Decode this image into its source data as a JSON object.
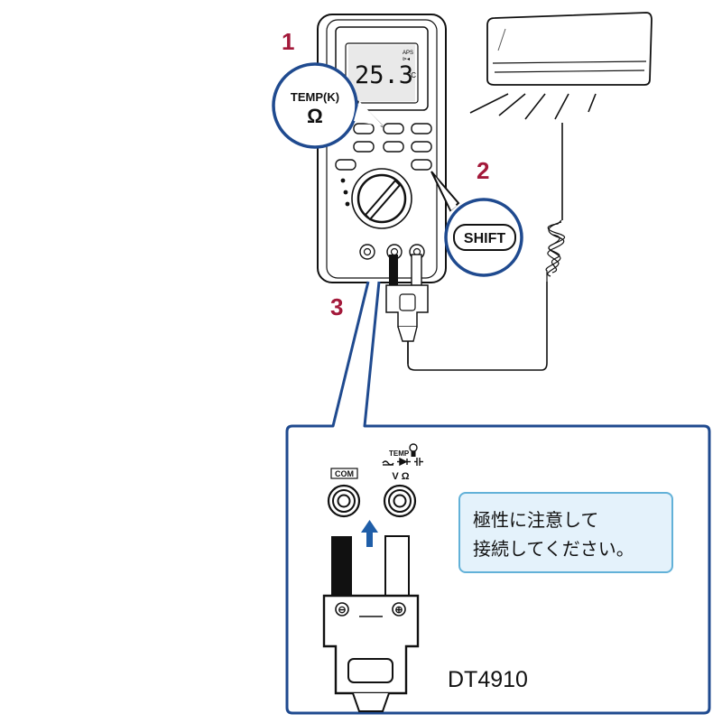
{
  "steps": [
    "1",
    "2",
    "3"
  ],
  "lcd": {
    "reading": "25.3",
    "unit": "°C",
    "indicators": [
      "APS",
      "⊳◂"
    ]
  },
  "callouts": {
    "temp_label": "TEMP(K)",
    "ohm_symbol": "Ω",
    "shift_label": "SHIFT"
  },
  "terminals": {
    "com_label": "COM",
    "temp_label": "TEMP",
    "v_ohm_label": "V Ω"
  },
  "plug": {
    "minus": "⊖",
    "plus": "⊕"
  },
  "note": {
    "line1": "極性に注意して",
    "line2": "接続してください。"
  },
  "model": "DT4910",
  "colors": {
    "step_number": "#a3193a",
    "inset_border": "#1f4a8f",
    "arrow": "#1f5ea8",
    "note_border": "#62b1d8",
    "note_bg": "#e4f2fb"
  }
}
